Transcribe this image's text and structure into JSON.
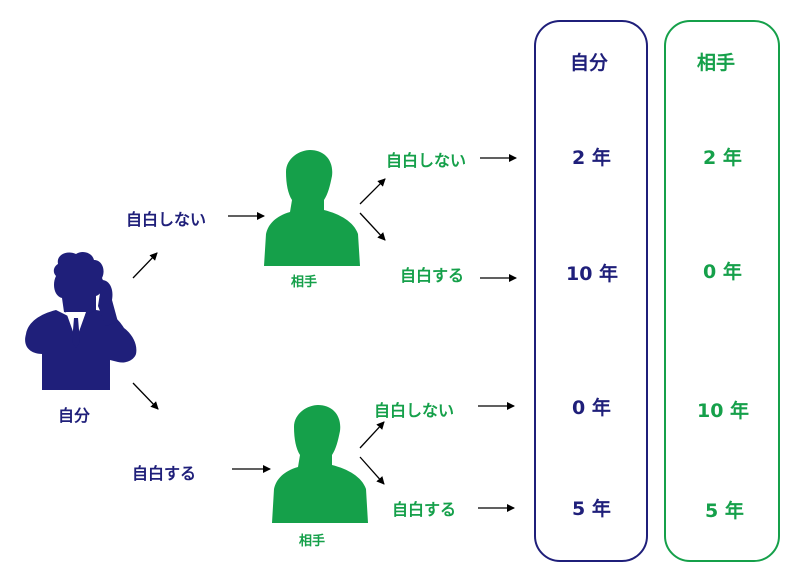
{
  "colors": {
    "self": "#1f1f7a",
    "partner": "#15a04a"
  },
  "figures": {
    "self_label": "自分",
    "partner_top_label": "相手",
    "partner_bottom_label": "相手"
  },
  "choices_self": {
    "not_confess": "自白しない",
    "confess": "自白する"
  },
  "choices_partner_top": {
    "not_confess": "自白しない",
    "confess": "自白する"
  },
  "choices_partner_bottom": {
    "not_confess": "自白しない",
    "confess": "自白する"
  },
  "outcome_table": {
    "self_column": {
      "header": "自分",
      "values": [
        "2 年",
        "10 年",
        "0 年",
        "5 年"
      ]
    },
    "partner_column": {
      "header": "相手",
      "values": [
        "2 年",
        "0 年",
        "10 年",
        "5 年"
      ]
    }
  },
  "icons": [
    "self-person-icon",
    "partner-person-icon"
  ]
}
